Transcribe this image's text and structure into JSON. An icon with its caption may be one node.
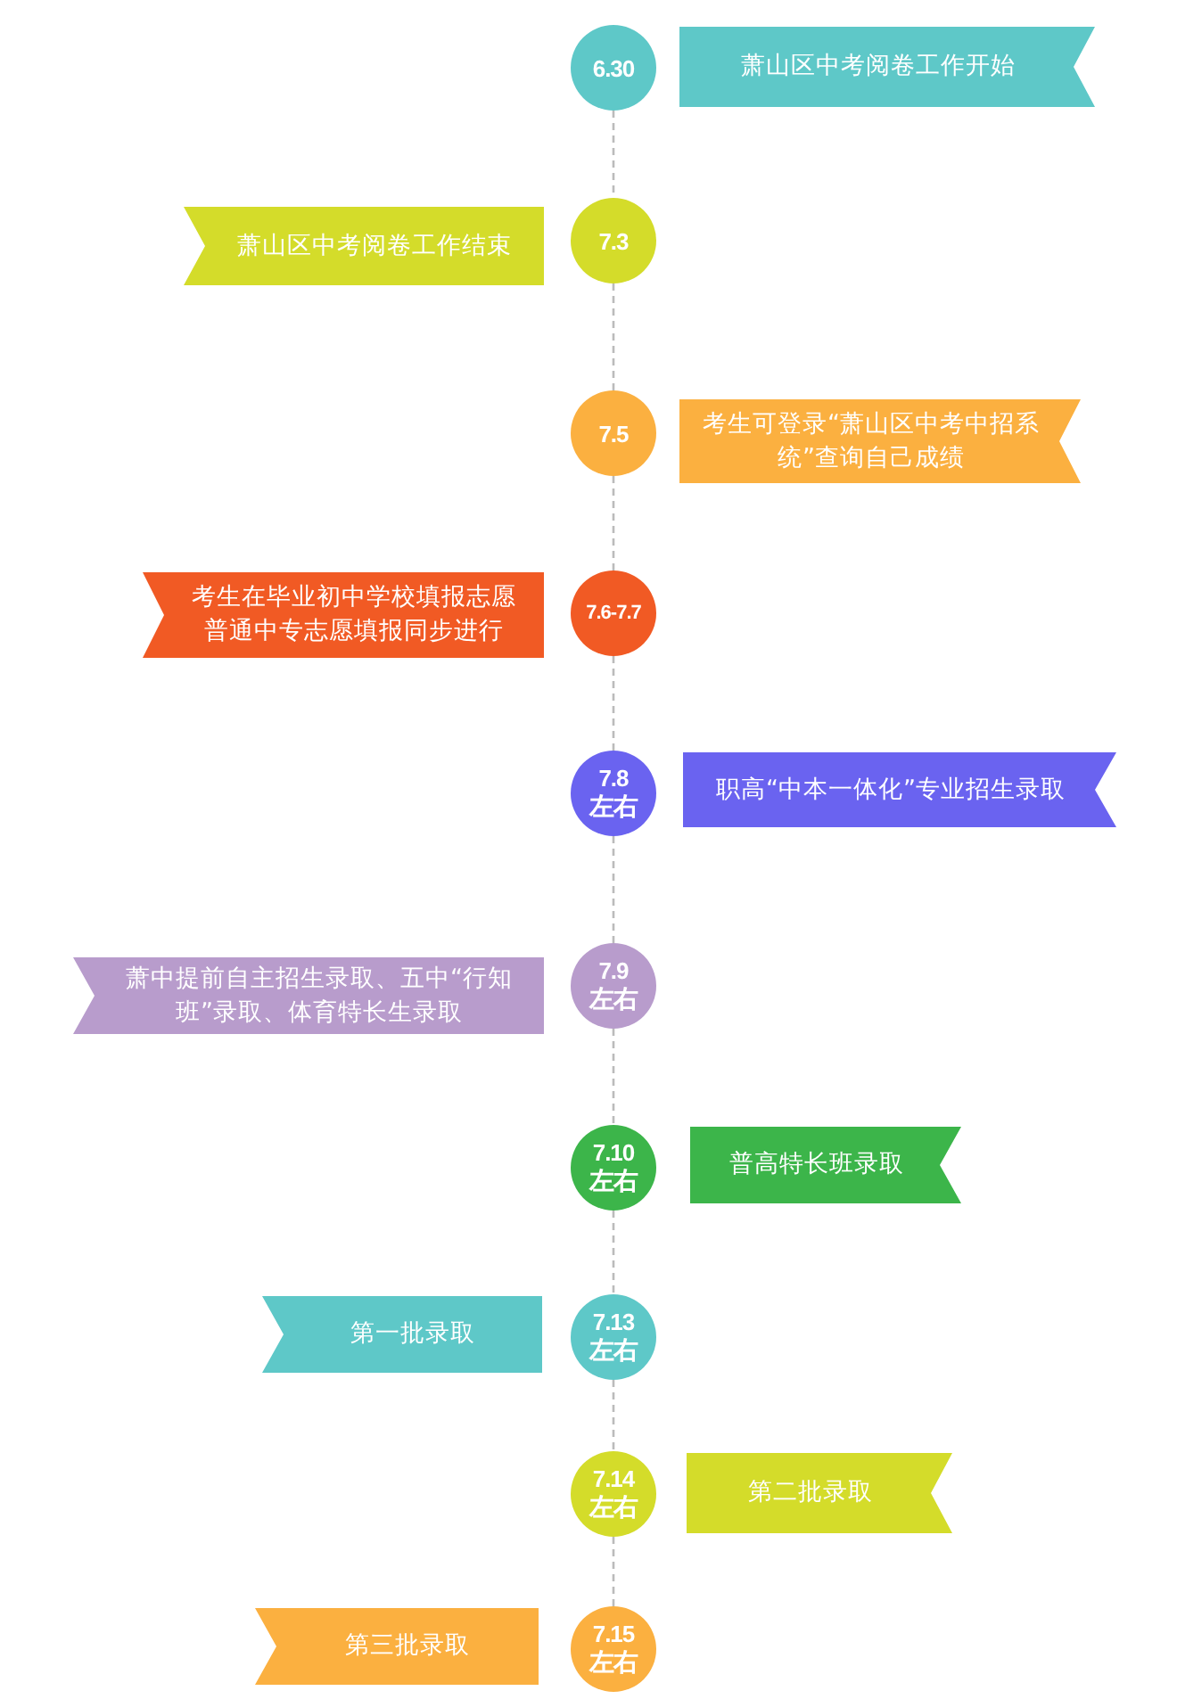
{
  "diagram": {
    "nodes": [
      {
        "text": [
          "6.30"
        ]
      },
      {
        "text": [
          "萧山区中考阅卷工作开始"
        ]
      },
      {
        "text": [
          "萧山区中考阅卷工作结束"
        ]
      },
      {
        "text": [
          "7.3"
        ]
      },
      {
        "text": [
          "7.5"
        ]
      },
      {
        "text": [
          "考生可登录“萧山区中考中招系统”查询自己成绩"
        ]
      },
      {
        "text": [
          "考生在毕业初中学校填报志愿",
          "普通中专志愿填报同步进行"
        ]
      },
      {
        "text": [
          "7.6-7.7"
        ]
      },
      {
        "text": [
          "7.8",
          "左右"
        ]
      },
      {
        "text": [
          "职高“中本一体化”专业招生录取"
        ]
      },
      {
        "text": [
          "萧中提前自主招生录取、五中“行知班”录取、体育特长生录取"
        ]
      },
      {
        "text": [
          "7.9",
          "左右"
        ]
      },
      {
        "text": [
          "7.10",
          "左右"
        ]
      },
      {
        "text": [
          "普高特长班录取"
        ]
      },
      {
        "text": [
          "第一批录取"
        ]
      },
      {
        "text": [
          "7.13",
          "左右"
        ]
      },
      {
        "text": [
          "7.14",
          "左右"
        ]
      },
      {
        "text": [
          "第二批录取"
        ]
      },
      {
        "text": [
          "第三批录取"
        ]
      },
      {
        "text": [
          "7.15",
          "左右"
        ]
      }
    ],
    "edges": [
      {
        "from": 0,
        "to": 3,
        "arrow": "none",
        "style": "dashed"
      },
      {
        "from": 3,
        "to": 4,
        "arrow": "none",
        "style": "dashed"
      },
      {
        "from": 4,
        "to": 7,
        "arrow": "none",
        "style": "dashed"
      },
      {
        "from": 7,
        "to": 8,
        "arrow": "none",
        "style": "dashed"
      },
      {
        "from": 8,
        "to": 11,
        "arrow": "none",
        "style": "dashed"
      },
      {
        "from": 11,
        "to": 12,
        "arrow": "none",
        "style": "dashed"
      },
      {
        "from": 12,
        "to": 15,
        "arrow": "none",
        "style": "dashed"
      },
      {
        "from": 15,
        "to": 16,
        "arrow": "none",
        "style": "dashed"
      },
      {
        "from": 16,
        "to": 19,
        "arrow": "none",
        "style": "dashed"
      }
    ]
  }
}
